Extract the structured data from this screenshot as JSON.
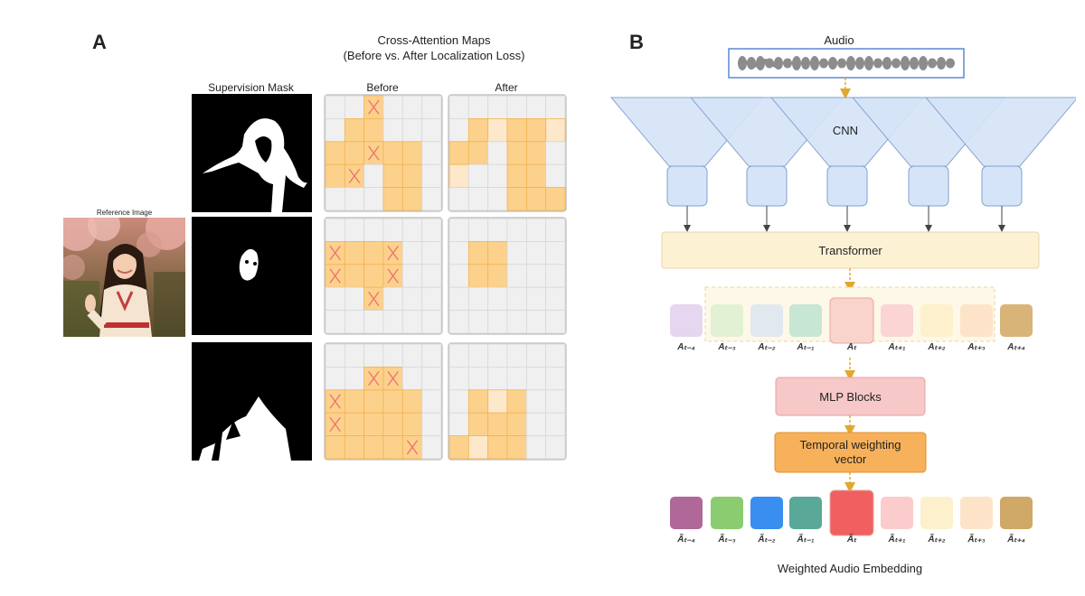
{
  "panel_a": {
    "letter": "A",
    "title_line1": "Cross-Attention Maps",
    "title_line2": "(Before vs. After Localization Loss)",
    "col_mask": "Supervision Mask",
    "col_before": "Before",
    "col_after": "After",
    "reference_label": "Reference Image",
    "rows": [
      {
        "mask": "hair",
        "before": [
          [
            0,
            0,
            2,
            0,
            0,
            0
          ],
          [
            0,
            1,
            1,
            0,
            0,
            0
          ],
          [
            1,
            1,
            2,
            1,
            1,
            0
          ],
          [
            1,
            2,
            0,
            1,
            1,
            0
          ],
          [
            0,
            0,
            0,
            1,
            1,
            0
          ]
        ],
        "after": [
          [
            0,
            0,
            0,
            0,
            0,
            0
          ],
          [
            0,
            1,
            3,
            1,
            1,
            3
          ],
          [
            1,
            1,
            0,
            1,
            1,
            0
          ],
          [
            3,
            0,
            0,
            1,
            1,
            0
          ],
          [
            0,
            0,
            0,
            1,
            1,
            1
          ]
        ]
      },
      {
        "mask": "face",
        "before": [
          [
            0,
            0,
            0,
            0,
            0,
            0
          ],
          [
            2,
            1,
            1,
            2,
            0,
            0
          ],
          [
            2,
            1,
            1,
            2,
            0,
            0
          ],
          [
            0,
            0,
            2,
            0,
            0,
            0
          ],
          [
            0,
            0,
            0,
            0,
            0,
            0
          ]
        ],
        "after": [
          [
            0,
            0,
            0,
            0,
            0,
            0
          ],
          [
            0,
            1,
            1,
            0,
            0,
            0
          ],
          [
            0,
            1,
            1,
            0,
            0,
            0
          ],
          [
            0,
            0,
            0,
            0,
            0,
            0
          ],
          [
            0,
            0,
            0,
            0,
            0,
            0
          ]
        ]
      },
      {
        "mask": "body",
        "before": [
          [
            0,
            0,
            0,
            0,
            0,
            0
          ],
          [
            0,
            0,
            2,
            2,
            0,
            0
          ],
          [
            2,
            1,
            1,
            1,
            1,
            0
          ],
          [
            2,
            1,
            1,
            1,
            1,
            0
          ],
          [
            1,
            1,
            1,
            1,
            2,
            0
          ]
        ],
        "after": [
          [
            0,
            0,
            0,
            0,
            0,
            0
          ],
          [
            0,
            0,
            0,
            0,
            0,
            0
          ],
          [
            0,
            1,
            3,
            1,
            0,
            0
          ],
          [
            0,
            1,
            1,
            1,
            0,
            0
          ],
          [
            1,
            3,
            1,
            1,
            0,
            0
          ]
        ]
      }
    ]
  },
  "panel_b": {
    "letter": "B",
    "audio_label": "Audio",
    "cnn_label": "CNN",
    "transformer_label": "Transformer",
    "mlp_label": "MLP Blocks",
    "temporal_label_line1": "Temporal weighting",
    "temporal_label_line2": "vector",
    "output_label": "Weighted Audio Embedding",
    "tokens": [
      {
        "label": "Aₜ₋₄",
        "color": "#e6d6ef"
      },
      {
        "label": "Aₜ₋₃",
        "color": "#e2f0d4"
      },
      {
        "label": "Aₜ₋₂",
        "color": "#e2e8f0"
      },
      {
        "label": "Aₜ₋₁",
        "color": "#c8e6d4"
      },
      {
        "label": "Aₜ",
        "color": "#f8d4cc"
      },
      {
        "label": "Aₜ₊₁",
        "color": "#fbd4d4"
      },
      {
        "label": "Aₜ₊₂",
        "color": "#fdf0cc"
      },
      {
        "label": "Aₜ₊₃",
        "color": "#fde4c8"
      },
      {
        "label": "Aₜ₊₄",
        "color": "#d8b478"
      }
    ],
    "weighted_tokens": [
      {
        "label": "Ãₜ₋₄",
        "color": "#b06898"
      },
      {
        "label": "Ãₜ₋₃",
        "color": "#8ccc70"
      },
      {
        "label": "Ãₜ₋₂",
        "color": "#3a8ef0"
      },
      {
        "label": "Ãₜ₋₁",
        "color": "#5aa898"
      },
      {
        "label": "Ãₜ",
        "color": "#f06060"
      },
      {
        "label": "Ãₜ₊₁",
        "color": "#fccccc"
      },
      {
        "label": "Ãₜ₊₂",
        "color": "#fdf0cc"
      },
      {
        "label": "Ãₜ₊₃",
        "color": "#fde4c8"
      },
      {
        "label": "Ãₜ₊₄",
        "color": "#d0a868"
      }
    ],
    "colors": {
      "cnn_fill": "#d6e4f7",
      "cnn_stroke": "#7fa0d0",
      "transformer_fill": "#fdf1d4",
      "transformer_stroke": "#e8d6a8",
      "mlp_fill": "#f6c8c8",
      "mlp_stroke": "#e8a0a0",
      "temporal_fill": "#f7b15a",
      "temporal_stroke": "#e09030",
      "arrow_gold": "#e0a830"
    }
  }
}
